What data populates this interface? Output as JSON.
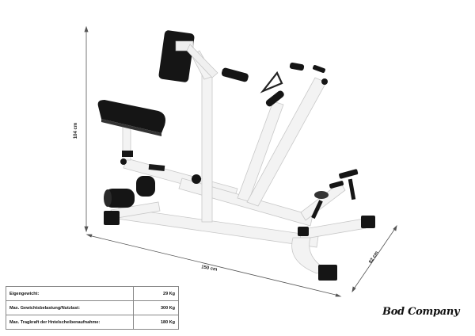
{
  "product": {
    "description": "Rowing / lat machine with seat, chest pad, handles and plate loading horns (white frame, black pads)"
  },
  "dimensions": {
    "height": "104 cm",
    "length": "150 cm",
    "depth": "82 cm"
  },
  "specs": [
    {
      "label": "Eigengewicht:",
      "value": "29 Kg"
    },
    {
      "label": "Max. Gewichtsbelastung/Nutzlast:",
      "value": "300 Kg"
    },
    {
      "label": "Max. Tragkraft der Hntelscheibenaufnahme:",
      "value": "180 Kg"
    }
  ],
  "brand": {
    "name": "Bod Company"
  },
  "colors": {
    "frame": "#f2f2f2",
    "pads": "#151515",
    "dimension_lines": "#555555"
  }
}
